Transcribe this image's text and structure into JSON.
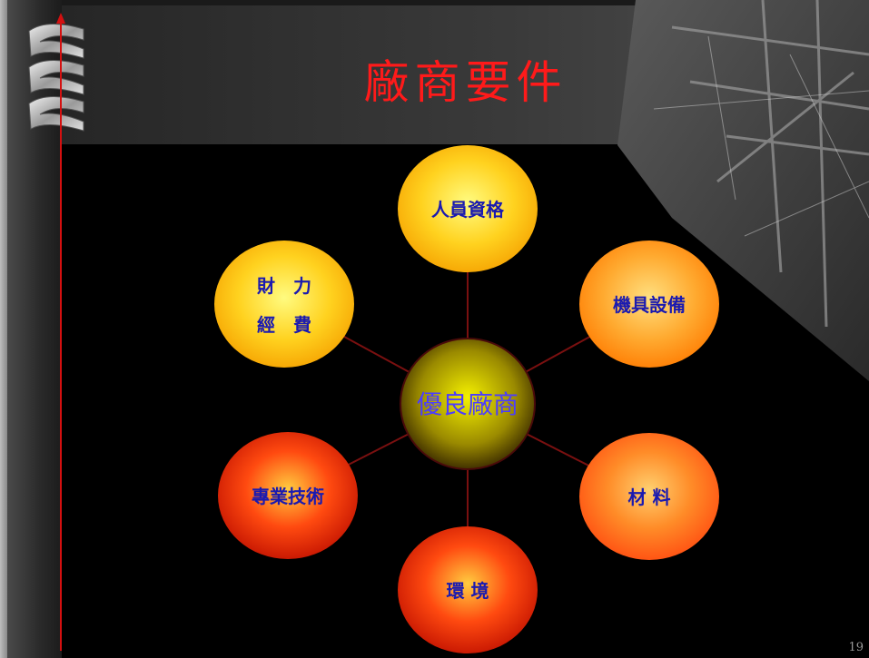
{
  "slide": {
    "title": "廠商要件",
    "page_number": "19"
  },
  "diagram": {
    "center": {
      "label": "優良廠商"
    },
    "nodes": [
      {
        "id": "personnel",
        "label": "人員資格"
      },
      {
        "id": "equipment",
        "label": "機具設備"
      },
      {
        "id": "materials",
        "label": "材 料"
      },
      {
        "id": "environment",
        "label": "環 境"
      },
      {
        "id": "technique",
        "label": "專業技術"
      },
      {
        "id": "finance",
        "label": "財　力|經　費"
      }
    ],
    "colors": {
      "connector": "#7a1010",
      "node_text": "#1a1ab0",
      "center_text": "#4b3cff",
      "title": "#ff1a1a"
    }
  }
}
